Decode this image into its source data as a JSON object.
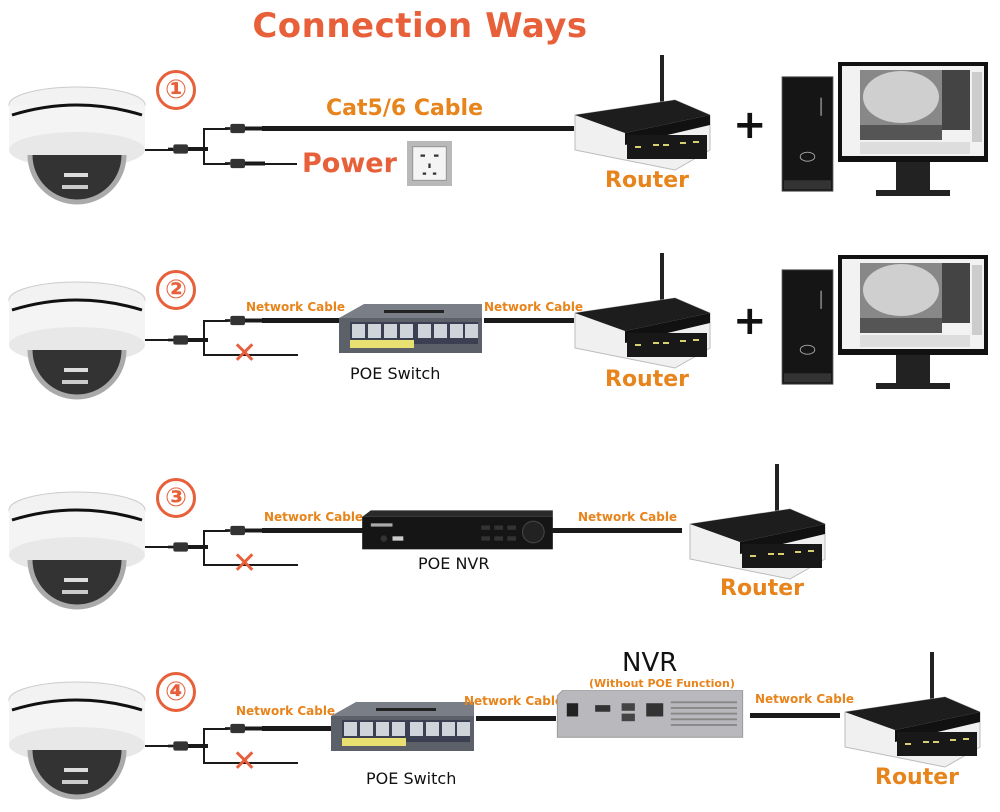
{
  "title": "Connection Ways",
  "colors": {
    "accent": "#e8603a",
    "label_orange": "#e7841c",
    "cable": "#1a1a1a",
    "text_dark": "#111111"
  },
  "rows": [
    {
      "number": "①",
      "labels": {
        "cable": "Cat5/6 Cable",
        "power": "Power",
        "router": "Router",
        "plus": "+"
      },
      "devices": [
        "dome-camera",
        "power-outlet",
        "router",
        "desktop-pc",
        "monitor"
      ]
    },
    {
      "number": "②",
      "labels": {
        "cable_left": "Network Cable",
        "cable_right": "Network Cable",
        "switch": "POE Switch",
        "router": "Router",
        "plus": "+"
      },
      "devices": [
        "dome-camera",
        "poe-switch",
        "router",
        "desktop-pc",
        "monitor"
      ]
    },
    {
      "number": "③",
      "labels": {
        "cable_left": "Network Cable",
        "cable_right": "Network Cable",
        "nvr": "POE NVR",
        "router": "Router"
      },
      "devices": [
        "dome-camera",
        "poe-nvr",
        "router"
      ]
    },
    {
      "number": "④",
      "labels": {
        "cable_left": "Network Cable",
        "cable_mid": "Network Cable",
        "cable_right": "Network Cable",
        "switch": "POE Switch",
        "nvr": "NVR",
        "nvr_note": "(Without POE Function)",
        "router": "Router"
      },
      "devices": [
        "dome-camera",
        "poe-switch",
        "nvr",
        "router"
      ]
    }
  ],
  "icons": {
    "x_mark": "✕"
  }
}
